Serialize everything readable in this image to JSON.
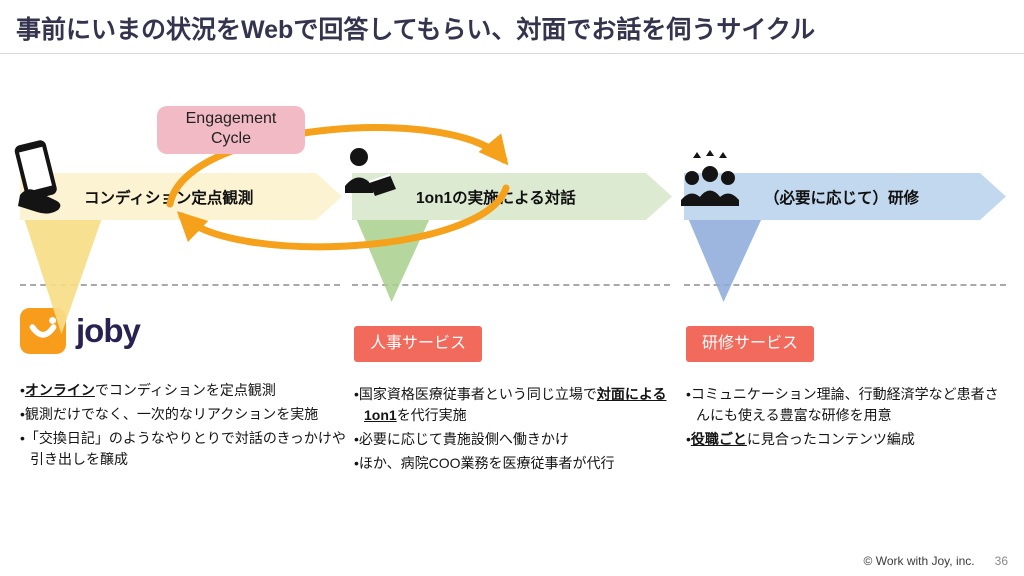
{
  "header": {
    "title": "事前にいまの状況をWebで回答してもらい、対面でお話を伺うサイクル"
  },
  "cycle": {
    "badge_label": "Engagement\nCycle"
  },
  "steps": [
    {
      "label": "コンディション定点観測",
      "icon": "phone-in-hand-icon",
      "fill": "#FCF3D2",
      "tail": "#F6DD87"
    },
    {
      "label": "1on1の実施による対話",
      "icon": "one-on-one-meeting-icon",
      "fill": "#DCEAD2",
      "tail": "#A8D08D"
    },
    {
      "label": "（必要に応じて）研修",
      "icon": "team-icon",
      "fill": "#C2D8EE",
      "tail": "#8CA9DB"
    }
  ],
  "columns": [
    {
      "logo_text": "joby",
      "bullets": [
        [
          {
            "text": "オンライン",
            "em": true
          },
          {
            "text": "でコンディションを定点観測",
            "em": false
          }
        ],
        [
          {
            "text": "観測だけでなく、一次的なリアクションを実施",
            "em": false
          }
        ],
        [
          {
            "text": "「交換日記」のようなやりとりで対話のきっかけや引き出しを醸成",
            "em": false
          }
        ]
      ]
    },
    {
      "badge": "人事サービス",
      "bullets": [
        [
          {
            "text": "国家資格医療従事者という同じ立場で",
            "em": false
          },
          {
            "text": "対面による1on1",
            "em": true
          },
          {
            "text": "を代行実施",
            "em": false
          }
        ],
        [
          {
            "text": "必要に応じて貴施設側へ働きかけ",
            "em": false
          }
        ],
        [
          {
            "text": "ほか、病院COO業務を医療従事者が代行",
            "em": false
          }
        ]
      ]
    },
    {
      "badge": "研修サービス",
      "bullets": [
        [
          {
            "text": "コミュニケーション理論、行動経済学など患者さんにも使える豊富な研修を用意",
            "em": false
          }
        ],
        [
          {
            "text": "役職ごと",
            "em": true
          },
          {
            "text": "に見合ったコンテンツ編成",
            "em": false
          }
        ]
      ]
    }
  ],
  "footer": {
    "copyright": "© Work with Joy, inc.",
    "page_number": "36"
  },
  "colors": {
    "accent_orange": "#F5A11B",
    "engagement_badge": "#F1BAC4",
    "service_badge": "#F26A5C",
    "logo_orange": "#F89C1C",
    "logo_text": "#2A2153",
    "title_text": "#34344E"
  }
}
